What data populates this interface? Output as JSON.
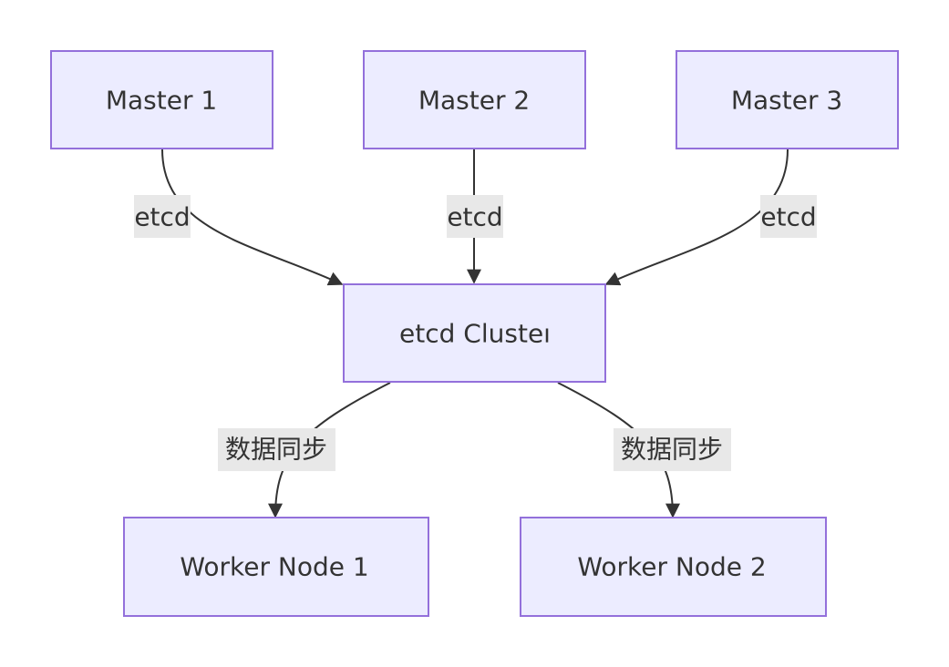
{
  "diagram": {
    "nodes": {
      "master1": "Master 1",
      "master2": "Master 2",
      "master3": "Master 3",
      "etcd_cluster": "etcd Clusteı",
      "worker1": "Worker Node 1",
      "worker2": "Worker Node 2"
    },
    "edges": [
      {
        "from": "Master 1",
        "to": "etcd Clusteı",
        "label": "etcd"
      },
      {
        "from": "Master 2",
        "to": "etcd Clusteı",
        "label": "etcd"
      },
      {
        "from": "Master 3",
        "to": "etcd Clusteı",
        "label": "etcd"
      },
      {
        "from": "etcd Clusteı",
        "to": "Worker Node 1",
        "label": "数据同步"
      },
      {
        "from": "etcd Clusteı",
        "to": "Worker Node 2",
        "label": "数据同步"
      }
    ]
  },
  "colors": {
    "node_fill": "#ECECFF",
    "node_stroke": "#9370DB",
    "edge": "#333333",
    "label_bg": "#E8E8E8",
    "text": "#333333"
  }
}
